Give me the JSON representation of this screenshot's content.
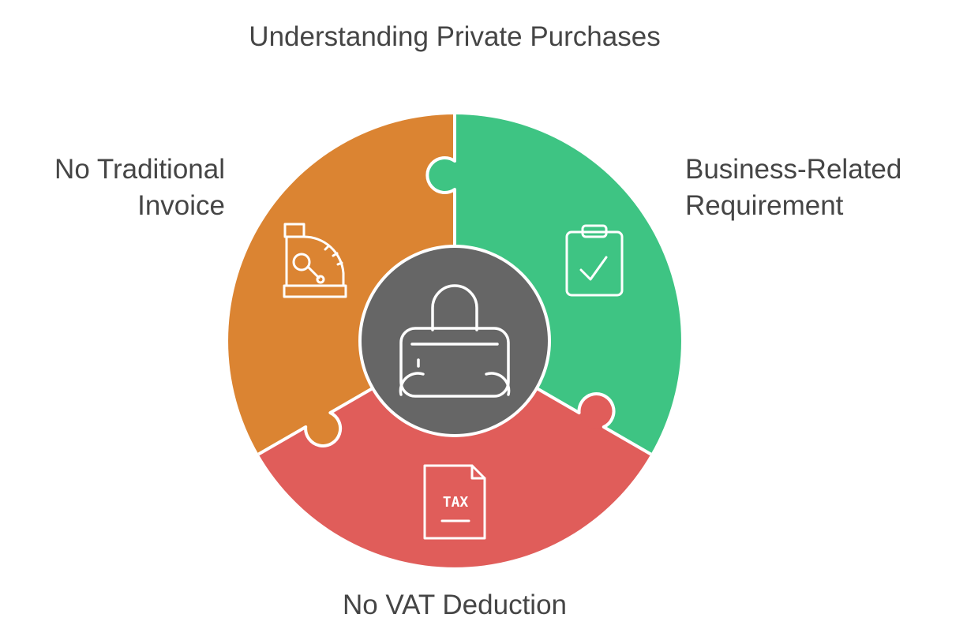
{
  "title": "Understanding Private Purchases",
  "center": {
    "icon": "handbag-icon"
  },
  "segments": [
    {
      "label_line1": "No Traditional",
      "label_line2": "Invoice",
      "icon": "cash-register-icon",
      "color": "#DB8432"
    },
    {
      "label_line1": "Business-Related",
      "label_line2": "Requirement",
      "icon": "clipboard-check-icon",
      "color": "#3EC483"
    },
    {
      "label": "No VAT Deduction",
      "icon": "tax-document-icon",
      "icon_text": "TAX",
      "color": "#E05D5A"
    }
  ],
  "center_color": "#666666"
}
